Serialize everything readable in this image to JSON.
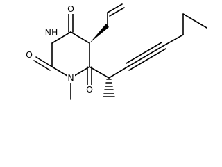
{
  "structure": {
    "atom_labels": {
      "o_top": "O",
      "nh_ring": "NH",
      "o_left": "O",
      "n_methyl": "N",
      "o_bottom": "O"
    },
    "colors": {
      "bond": "#000000",
      "label": "#000000",
      "background": "#ffffff"
    }
  }
}
